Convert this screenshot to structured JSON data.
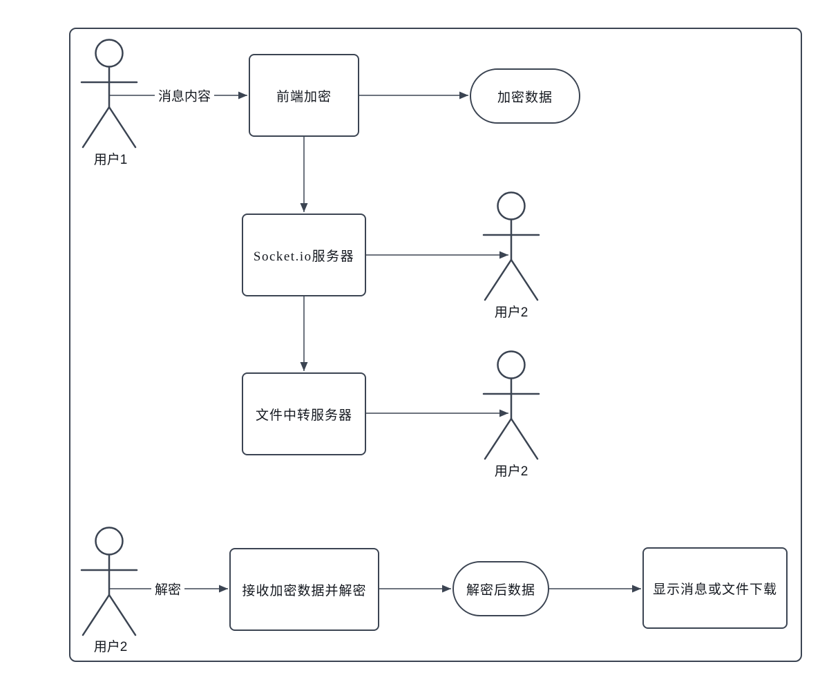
{
  "colors": {
    "stroke": "#3b4452",
    "text": "#14181f",
    "background": "#ffffff"
  },
  "actors": {
    "sender": {
      "label": "用户1"
    },
    "socket_receiver": {
      "label": "用户2"
    },
    "file_receiver": {
      "label": "用户2"
    },
    "decryptor": {
      "label": "用户2"
    }
  },
  "nodes": {
    "frontend_encrypt": "前端加密",
    "encrypted_data": "加密数据",
    "socket_server": "Socket.io服务器",
    "file_relay_server": "文件中转服务器",
    "receive_and_decrypt": "接收加密数据并解密",
    "decrypted_data": "解密后数据",
    "display_or_download": "显示消息或文件下载"
  },
  "edge_labels": {
    "message_content": "消息内容",
    "decrypt": "解密"
  }
}
